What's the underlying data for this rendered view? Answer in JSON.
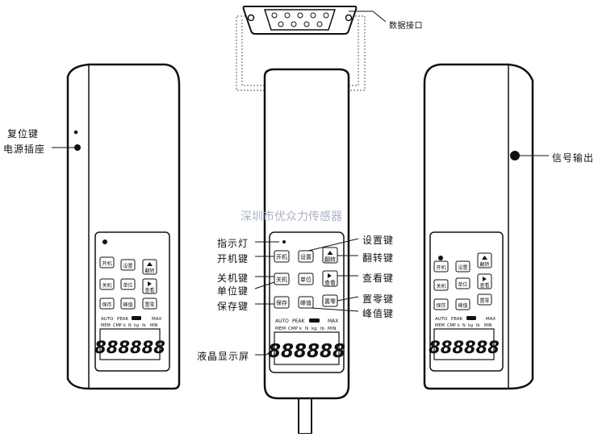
{
  "connector_label": "数据接口",
  "left_device": {
    "reset_key_label": "复位键",
    "power_socket_label": "电源插座"
  },
  "right_device": {
    "signal_output_label": "信号输出"
  },
  "center_device": {
    "indicator_label": "指示灯",
    "power_on_label": "开机键",
    "power_off_label": "关机键",
    "unit_label": "单位键",
    "save_label": "保存键",
    "lcd_label": "液晶显示屏",
    "setting_label": "设置键",
    "flip_label": "翻转键",
    "view_label": "查看键",
    "zero_label": "置零键",
    "peak_label": "峰值键"
  },
  "keys": {
    "power_on": "开机",
    "setting": "设置",
    "flip": "翻转",
    "power_off": "关机",
    "unit": "单位",
    "view": "查看",
    "save": "保存",
    "peak": "峰值",
    "zero": "置零"
  },
  "lcd": {
    "auto": "AUTO",
    "peak": "PEAK",
    "max": "MAX",
    "mem": "MEM",
    "cmp": "CMP",
    "k": "k",
    "n": "N",
    "kg": "kg",
    "lb": "lb",
    "min": "MIN",
    "digits": "888888"
  },
  "watermark": "深圳市优众力传感器"
}
